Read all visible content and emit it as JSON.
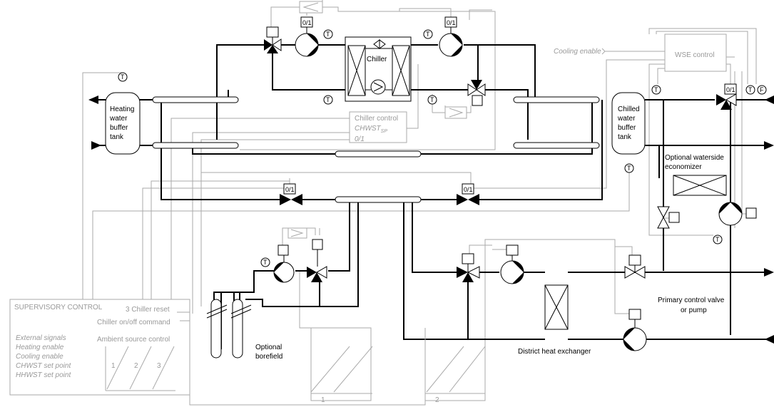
{
  "labels": {
    "chiller": "Chiller",
    "heating_tank": [
      "Heating",
      "water",
      "buffer",
      "tank"
    ],
    "chilled_tank": [
      "Chilled",
      "water",
      "buffer",
      "tank"
    ],
    "chiller_control": "Chiller control",
    "chwst": "CHWST",
    "chwst_sub": "SP",
    "zero_one": "0/1",
    "wse_control": "WSE control",
    "cooling_enable_signal": "Cooling enable",
    "optional_wse": [
      "Optional waterside",
      "economizer"
    ],
    "primary_valve": [
      "Primary control valve",
      "or pump"
    ],
    "district_hx": "District heat exchanger",
    "borefield": [
      "Optional",
      "borefield"
    ],
    "supervisory": "SUPERVISORY CONTROL",
    "chiller_reset": "3  Chiller reset",
    "chiller_onoff": "Chiller on/off command",
    "ambient_ctrl": "Ambient source control",
    "external_signals": [
      "External signals",
      "Heating enable",
      "Cooling enable",
      "CHWST set point",
      "HHWST set point"
    ],
    "stage_1": "1",
    "stage_2": "2",
    "stage_3": "3",
    "curve_1": "1",
    "curve_2": "2",
    "temp": "T",
    "flow": "F"
  }
}
